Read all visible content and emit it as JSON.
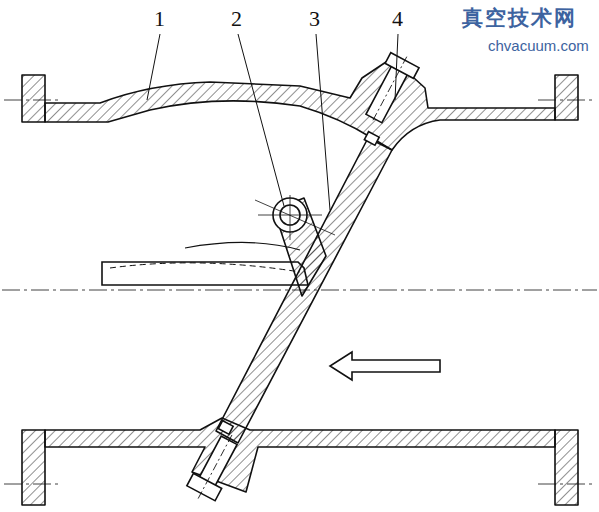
{
  "diagram": {
    "labels": [
      "1",
      "2",
      "3",
      "4",
      "真空技术网",
      "chvacuum.com"
    ]
  }
}
